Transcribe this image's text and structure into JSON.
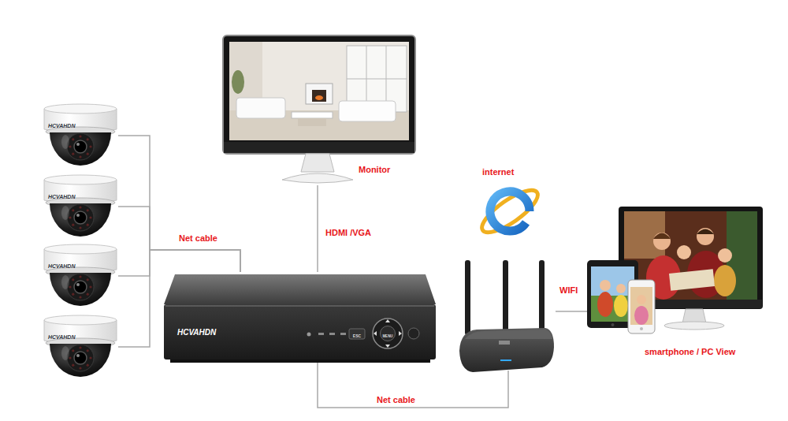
{
  "diagram": {
    "nodes": [
      {
        "text": [
          "HCVAHDN"
        ]
      },
      {
        "text": [
          "HCVAHDN"
        ]
      },
      {
        "text": [
          "HCVAHDN"
        ]
      },
      {
        "text": [
          "HCVAHDN"
        ]
      },
      {
        "text": [
          "Monitor"
        ]
      },
      {
        "text": [
          "HCVAHDN"
        ]
      },
      {
        "text": [
          "internet"
        ]
      },
      {
        "text": [
          "smartphone / PC View"
        ]
      }
    ],
    "edges": [
      {
        "from": 0,
        "to": 5,
        "label": "Net cable",
        "arrow": "none"
      },
      {
        "from": 1,
        "to": 5,
        "arrow": "none"
      },
      {
        "from": 2,
        "to": 5,
        "arrow": "none"
      },
      {
        "from": 3,
        "to": 5,
        "arrow": "none"
      },
      {
        "from": 4,
        "to": 5,
        "label": "HDMI /VGA",
        "arrow": "none"
      },
      {
        "from": 5,
        "to": 6,
        "label": "Net cable",
        "arrow": "none"
      },
      {
        "from": 6,
        "to": 7,
        "label": "WIFI",
        "arrow": "none"
      }
    ],
    "labels": [
      "MENU",
      "ESC"
    ]
  }
}
